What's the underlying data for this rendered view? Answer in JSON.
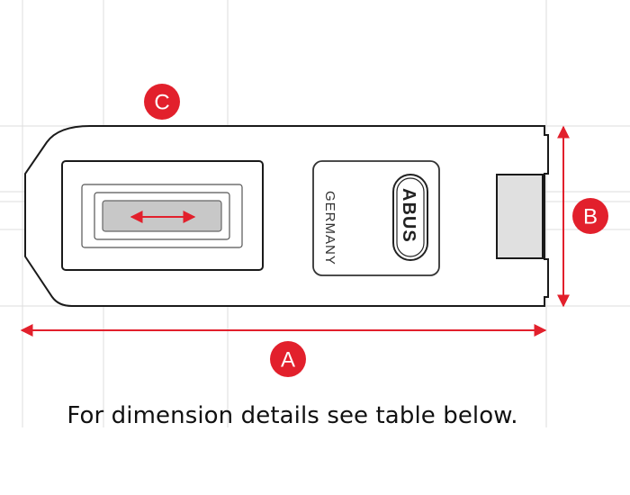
{
  "diagram": {
    "labels": {
      "width": "A",
      "height": "B",
      "side": "C"
    },
    "plate_text": {
      "country": "GERMANY",
      "brand": "ABUS"
    },
    "caption": "For dimension details see table below.",
    "colors": {
      "accent": "#e2202c",
      "outline": "#1a1a1a",
      "guide": "#d9d9d9",
      "window_fill": "#c8c8c8",
      "side_block_fill": "#e0e0e0"
    }
  }
}
